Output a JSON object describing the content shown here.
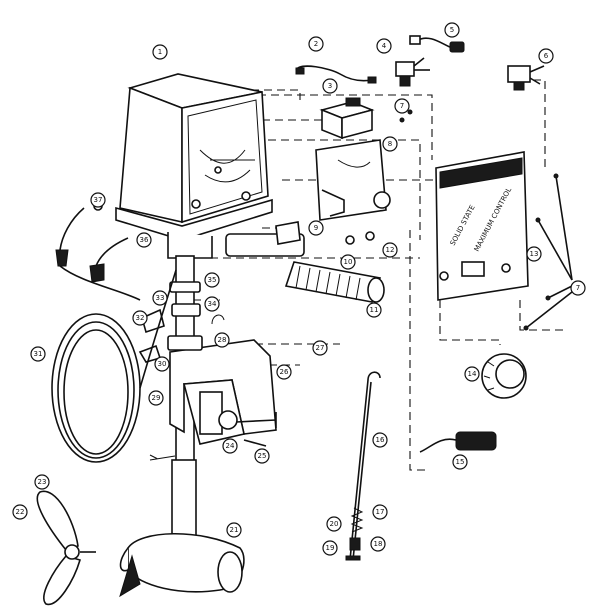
{
  "diagram": {
    "panel_text": {
      "line1": "SOLID STATE",
      "line2": "MAXIMUM CONTROL"
    },
    "callouts": [
      {
        "id": "c1",
        "label": "1"
      },
      {
        "id": "c2",
        "label": "2"
      },
      {
        "id": "c3",
        "label": "3"
      },
      {
        "id": "c4",
        "label": "4"
      },
      {
        "id": "c5",
        "label": "5"
      },
      {
        "id": "c6",
        "label": "6"
      },
      {
        "id": "c7",
        "label": "7"
      },
      {
        "id": "c7b",
        "label": "7"
      },
      {
        "id": "c8",
        "label": "8"
      },
      {
        "id": "c9",
        "label": "9"
      },
      {
        "id": "c10",
        "label": "10"
      },
      {
        "id": "c11",
        "label": "11"
      },
      {
        "id": "c12",
        "label": "12"
      },
      {
        "id": "c13",
        "label": "13"
      },
      {
        "id": "c14",
        "label": "14"
      },
      {
        "id": "c15",
        "label": "15"
      },
      {
        "id": "c16",
        "label": "16"
      },
      {
        "id": "c17",
        "label": "17"
      },
      {
        "id": "c18",
        "label": "18"
      },
      {
        "id": "c19",
        "label": "19"
      },
      {
        "id": "c20",
        "label": "20"
      },
      {
        "id": "c21",
        "label": "21"
      },
      {
        "id": "c22",
        "label": "22"
      },
      {
        "id": "c23",
        "label": "23"
      },
      {
        "id": "c24",
        "label": "24"
      },
      {
        "id": "c25",
        "label": "25"
      },
      {
        "id": "c26",
        "label": "26"
      },
      {
        "id": "c27",
        "label": "27"
      },
      {
        "id": "c28",
        "label": "28"
      },
      {
        "id": "c29",
        "label": "29"
      },
      {
        "id": "c30",
        "label": "30"
      },
      {
        "id": "c31",
        "label": "31"
      },
      {
        "id": "c32",
        "label": "32"
      },
      {
        "id": "c33",
        "label": "33"
      },
      {
        "id": "c34",
        "label": "34"
      },
      {
        "id": "c35",
        "label": "35"
      },
      {
        "id": "c36",
        "label": "36"
      },
      {
        "id": "c37",
        "label": "37"
      }
    ]
  }
}
